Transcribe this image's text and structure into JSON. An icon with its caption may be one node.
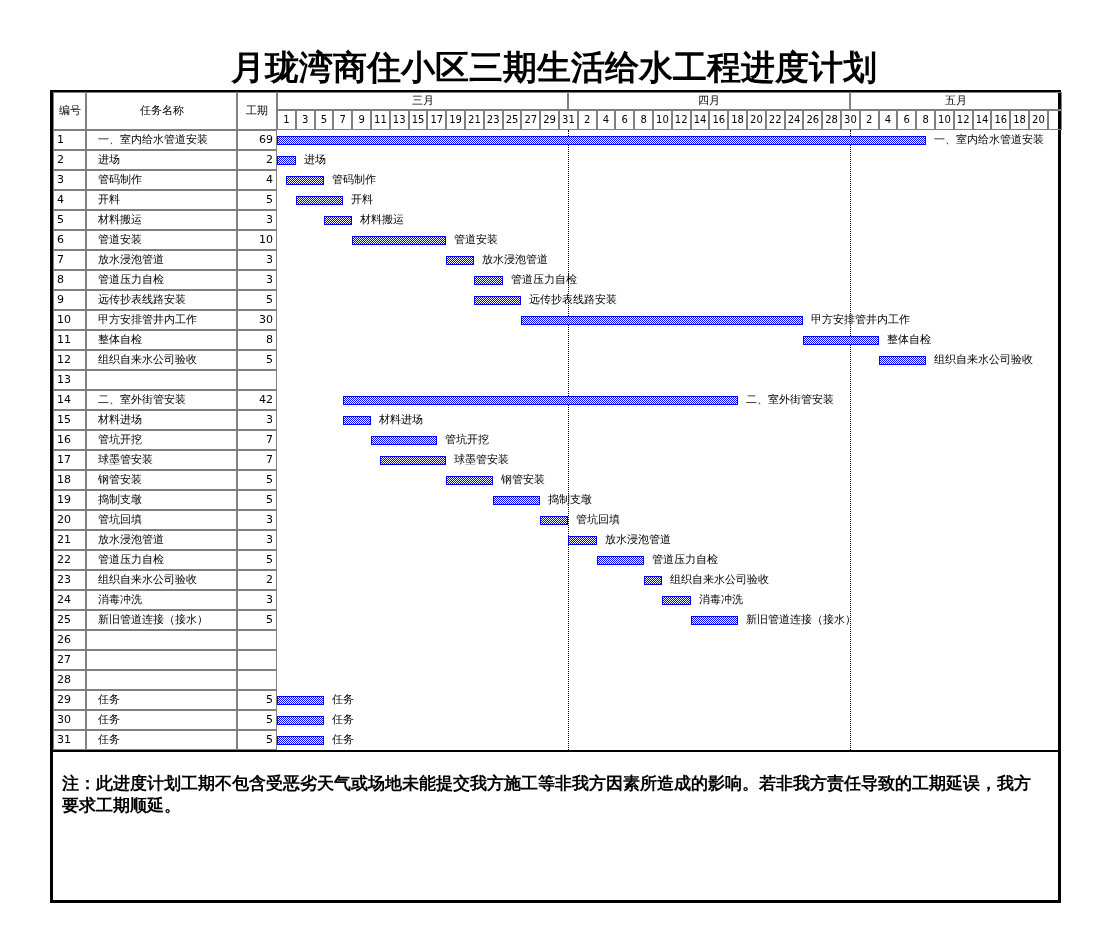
{
  "diagram": {
    "title": "月珑湾商住小区三期生活给水工程进度计划",
    "nodes": [
      {
        "text": [],
        "shape": "bar",
        "beside": [
          "一、室内给水管道安装"
        ]
      },
      {
        "text": [],
        "shape": "bar",
        "beside": [
          "进场"
        ]
      },
      {
        "text": [],
        "shape": "bar",
        "beside": [
          "管码制作"
        ]
      },
      {
        "text": [],
        "shape": "bar",
        "beside": [
          "开料"
        ]
      },
      {
        "text": [],
        "shape": "bar",
        "beside": [
          "材料搬运"
        ]
      },
      {
        "text": [],
        "shape": "bar",
        "beside": [
          "管道安装"
        ]
      },
      {
        "text": [],
        "shape": "bar",
        "beside": [
          "放水浸泡管道"
        ]
      },
      {
        "text": [],
        "shape": "bar",
        "beside": [
          "管道压力自检"
        ]
      },
      {
        "text": [],
        "shape": "bar",
        "beside": [
          "远传抄表线路安装"
        ]
      },
      {
        "text": [],
        "shape": "bar",
        "beside": [
          "甲方安排管井内工作"
        ]
      },
      {
        "text": [],
        "shape": "bar",
        "beside": [
          "整体自检"
        ]
      },
      {
        "text": [],
        "shape": "bar",
        "beside": [
          "组织自来水公司验收"
        ]
      },
      {
        "text": [],
        "shape": "bar",
        "beside": [
          "二、室外街管安装"
        ]
      },
      {
        "text": [],
        "shape": "bar",
        "beside": [
          "材料进场"
        ]
      },
      {
        "text": [],
        "shape": "bar",
        "beside": [
          "管坑开挖"
        ]
      },
      {
        "text": [],
        "shape": "bar",
        "beside": [
          "球墨管安装"
        ]
      },
      {
        "text": [],
        "shape": "bar",
        "beside": [
          "钢管安装"
        ]
      },
      {
        "text": [],
        "shape": "bar",
        "beside": [
          "捣制支墩"
        ]
      },
      {
        "text": [],
        "shape": "bar",
        "beside": [
          "管坑回填"
        ]
      },
      {
        "text": [],
        "shape": "bar",
        "beside": [
          "放水浸泡管道"
        ]
      },
      {
        "text": [],
        "shape": "bar",
        "beside": [
          "管道压力自检"
        ]
      },
      {
        "text": [],
        "shape": "bar",
        "beside": [
          "组织自来水公司验收"
        ]
      },
      {
        "text": [],
        "shape": "bar",
        "beside": [
          "消毒冲洗"
        ]
      },
      {
        "text": [],
        "shape": "bar",
        "beside": [
          "新旧管道连接（接水）"
        ]
      },
      {
        "text": [],
        "shape": "bar",
        "beside": [
          "任务"
        ]
      },
      {
        "text": [],
        "shape": "bar",
        "beside": [
          "任务"
        ]
      },
      {
        "text": [],
        "shape": "bar",
        "beside": [
          "任务"
        ]
      }
    ],
    "labels": [
      "编号",
      "任务名称",
      "工期",
      "三月",
      "四月",
      "五月",
      "1",
      "3",
      "5",
      "7",
      "9",
      "11",
      "13",
      "15",
      "17",
      "19",
      "21",
      "23",
      "25",
      "27",
      "29",
      "31",
      "2",
      "4",
      "6",
      "8",
      "10",
      "12",
      "14",
      "16",
      "18",
      "20",
      "22",
      "24",
      "26",
      "28",
      "30",
      "2",
      "4",
      "6",
      "8",
      "10",
      "12",
      "14",
      "16",
      "18",
      "20",
      "1",
      "一、室内给水管道安装",
      "69",
      "2",
      "进场",
      "2",
      "3",
      "管码制作",
      "4",
      "4",
      "开料",
      "5",
      "5",
      "材料搬运",
      "3",
      "6",
      "管道安装",
      "10",
      "7",
      "放水浸泡管道",
      "3",
      "8",
      "管道压力自检",
      "3",
      "9",
      "远传抄表线路安装",
      "5",
      "10",
      "甲方安排管井内工作",
      "30",
      "11",
      "整体自检",
      "8",
      "12",
      "组织自来水公司验收",
      "5",
      "13",
      "14",
      "二、室外街管安装",
      "42",
      "15",
      "材料进场",
      "3",
      "16",
      "管坑开挖",
      "7",
      "17",
      "球墨管安装",
      "7",
      "18",
      "钢管安装",
      "5",
      "19",
      "捣制支墩",
      "5",
      "20",
      "管坑回填",
      "3",
      "21",
      "放水浸泡管道",
      "3",
      "22",
      "管道压力自检",
      "5",
      "23",
      "组织自来水公司验收",
      "2",
      "24",
      "消毒冲洗",
      "3",
      "25",
      "新旧管道连接（接水）",
      "5",
      "26",
      "27",
      "28",
      "29",
      "任务",
      "5",
      "30",
      "任务",
      "5",
      "31",
      "任务",
      "5",
      "注：此进度计划工期不包含受恶劣天气或场地未能提交我方施工等非我方因素所造成的影响。若非我方责任导致的工期延误，我方要求工期顺延。"
    ]
  }
}
